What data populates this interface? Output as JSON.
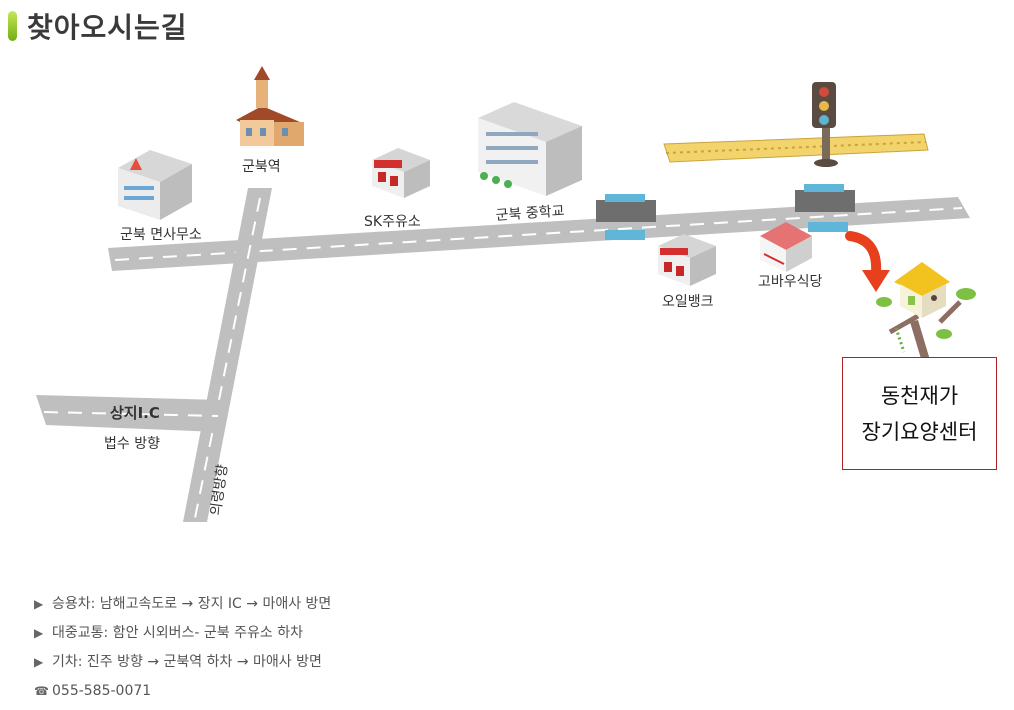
{
  "page": {
    "title": "찾아오시는길"
  },
  "map": {
    "landmarks": {
      "gunbuk_station": "군북역",
      "myeonsamuso": "군북 면사무소",
      "sk_station": "SK주유소",
      "middle_school": "군북 중학교",
      "oil_bank": "오일뱅크",
      "restaurant": "고바우식당",
      "sangji_ic": "상지I.C",
      "beopsu": "법수 방향",
      "uiryeong": "의령방향"
    },
    "destination": {
      "line1": "동천재가",
      "line2": "장기요양센터"
    },
    "icons": [
      "school-building-icon",
      "office-building-icon",
      "gas-station-icon",
      "traffic-light-icon",
      "railroad-track-icon",
      "restaurant-icon",
      "house-tree-icon",
      "arrow-icon"
    ]
  },
  "directions": [
    {
      "bullet": "▶",
      "text": "승용차: 남해고속도로 → 장지 IC → 마애사 방면"
    },
    {
      "bullet": "▶",
      "text": "대중교통: 함안 시외버스- 군북 주유소 하차"
    },
    {
      "bullet": "▶",
      "text": "기차: 진주 방향 → 군북역 하차 → 마애사 방면"
    },
    {
      "bullet": "☎",
      "text": "055-585-0071"
    }
  ],
  "colors": {
    "road": "#bdbdbd",
    "road_line": "#ffffff",
    "accent": "#e74c1c",
    "green": "#6fae12",
    "box_border": "#b22222"
  }
}
